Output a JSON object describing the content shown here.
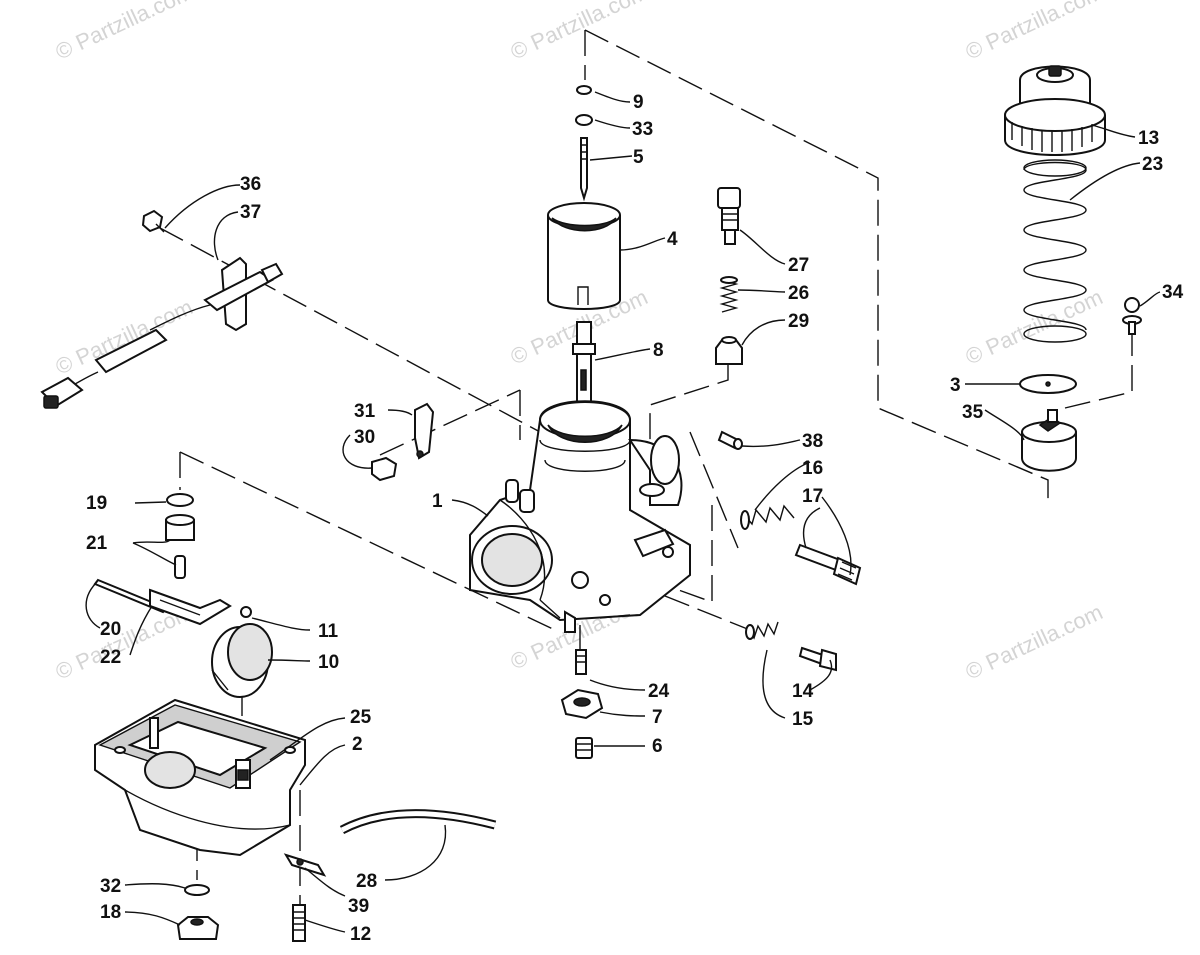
{
  "watermark": "© Partzilla.com",
  "parts": {
    "p1": "1",
    "p2": "2",
    "p3": "3",
    "p4": "4",
    "p5": "5",
    "p6": "6",
    "p7": "7",
    "p8": "8",
    "p9": "9",
    "p10": "10",
    "p11": "11",
    "p12": "12",
    "p13": "13",
    "p14": "14",
    "p15": "15",
    "p16": "16",
    "p17": "17",
    "p18": "18",
    "p19": "19",
    "p20": "20",
    "p21": "21",
    "p22": "22",
    "p23": "23",
    "p24": "24",
    "p25": "25",
    "p26": "26",
    "p27": "27",
    "p28": "28",
    "p29": "29",
    "p30": "30",
    "p31": "31",
    "p32": "32",
    "p33": "33",
    "p34": "34",
    "p35": "35",
    "p36": "36",
    "p37": "37",
    "p38": "38",
    "p39": "39"
  }
}
